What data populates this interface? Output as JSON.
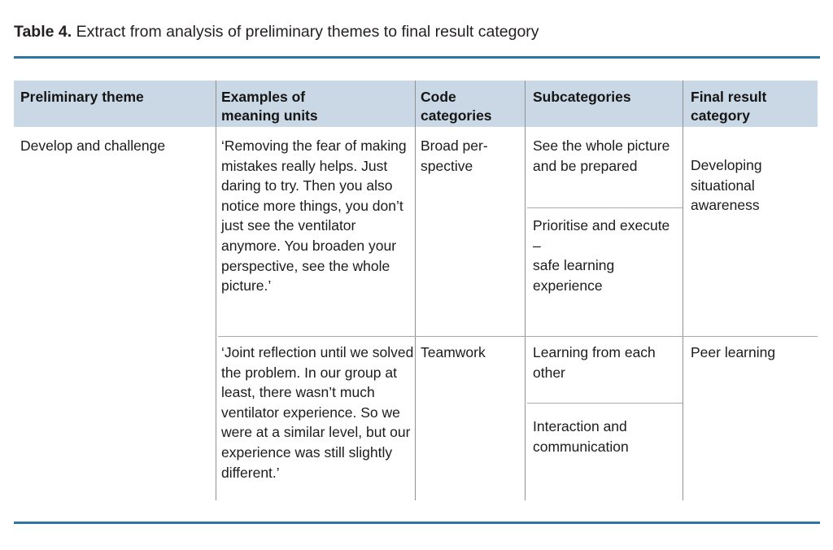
{
  "caption": {
    "label": "Table 4.",
    "text": " Extract from analysis of preliminary themes to final result category"
  },
  "colors": {
    "rule": "#2e75a3",
    "header_background": "#c9d8e4",
    "grid_line": "#8e9295",
    "text": "#1c1c1c"
  },
  "table": {
    "columns": [
      "Preliminary theme",
      "Examples of\nmeaning units",
      "Code\ncategories",
      "Subcategories",
      "Final result\ncategory"
    ],
    "columns_flat": {
      "preliminary_theme": "Preliminary theme",
      "examples_line1": "Examples of",
      "examples_line2": "meaning units",
      "code_line1": "Code",
      "code_line2": "categories",
      "subcategories": "Subcategories",
      "final_line1": "Final result",
      "final_line2": "category"
    },
    "rows": [
      {
        "preliminary_theme": "Develop and challenge",
        "meaning_unit": "‘Removing the fear of making mistakes really helps. Just daring to try. Then you also notice more things, you don’t just see the ventilator anymore. You broaden your perspective, see the whole picture.’",
        "code_category": "Broad per-spective",
        "subcategories": [
          "See the whole picture and be prepared",
          "Prioritise and execute –\nsafe learning experience"
        ],
        "final_result_category": "Developing situational awareness"
      },
      {
        "preliminary_theme": "",
        "meaning_unit": "‘Joint reflection until we solved the problem. In our group at least, there wasn’t much ventilator experience. So we were at a similar level, but our experience was still slightly different.’",
        "code_category": "Teamwork",
        "subcategories": [
          "Learning from each other",
          "Interaction and communication"
        ],
        "final_result_category": "Peer learning"
      }
    ]
  }
}
